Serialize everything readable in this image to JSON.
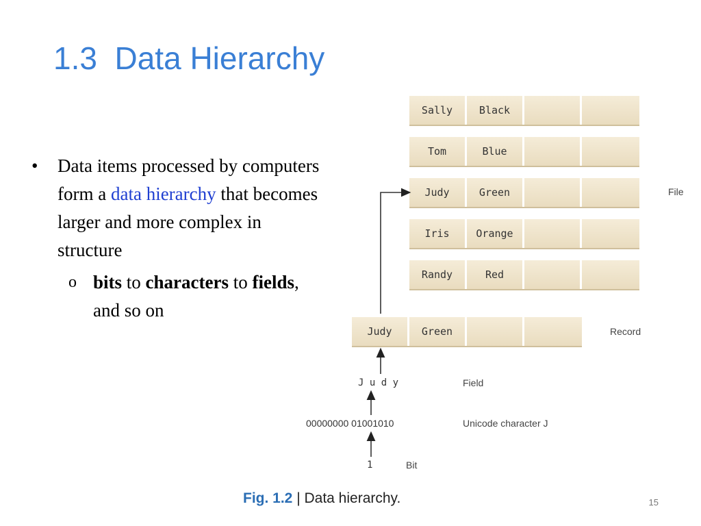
{
  "title": "1.3  Data Hierarchy",
  "bullets": {
    "main": {
      "marker": "•",
      "text_before": "Data items processed by computers form a ",
      "highlight": "data hierarchy",
      "text_after": " that becomes larger and more complex in structure"
    },
    "sub": {
      "marker": "o",
      "bits": "bits",
      "to1": " to ",
      "characters": "characters",
      "to2": " to ",
      "fields": "fields",
      "rest": ", and so on"
    }
  },
  "diagram": {
    "file_records": [
      {
        "name": "Sally",
        "color": "Black"
      },
      {
        "name": "Tom",
        "color": "Blue"
      },
      {
        "name": "Judy",
        "color": "Green"
      },
      {
        "name": "Iris",
        "color": "Orange"
      },
      {
        "name": "Randy",
        "color": "Red"
      }
    ],
    "file_label": "File",
    "record": {
      "name": "Judy",
      "color": "Green"
    },
    "record_label": "Record",
    "field_chars": "J u d y",
    "field_label": "Field",
    "bits": "00000000 01001010",
    "unicode_label": "Unicode character J",
    "bit_value": "1",
    "bit_label": "Bit"
  },
  "caption": {
    "fig_num": "Fig. 1.2",
    "separator": " | ",
    "text": "Data hierarchy."
  },
  "page_number": "15"
}
